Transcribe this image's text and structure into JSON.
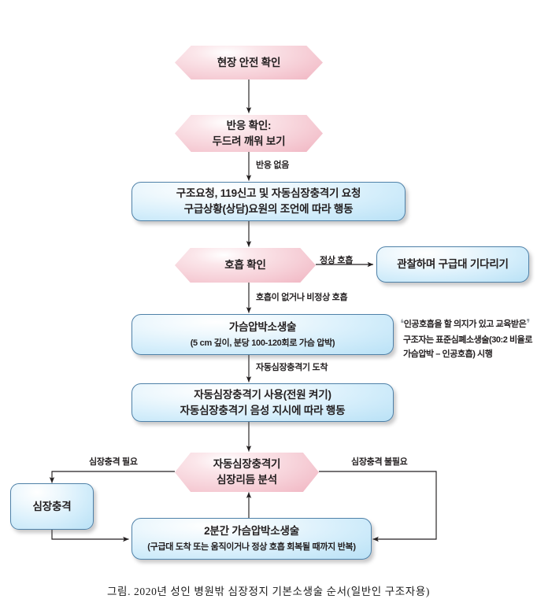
{
  "figure": {
    "caption": "그림. 2020년 성인 병원밖 심장정지 기본소생술 순서(일반인 구조자용)"
  },
  "nodes": {
    "scene_safety": {
      "label": "현장 안전 확인",
      "shape": "hexagon",
      "color": "#f3c3ce"
    },
    "check_response": {
      "label_line1": "반응 확인:",
      "label_line2": "두드려 깨워 보기",
      "shape": "hexagon",
      "color": "#f3c3ce"
    },
    "call_help": {
      "label_line1": "구조요청, 119신고 및 자동심장충격기 요청",
      "label_line2": "구급상황(상담)요원의 조언에 따라 행동",
      "shape": "rect",
      "color": "#cbe8f8"
    },
    "check_breathing": {
      "label": "호흡 확인",
      "shape": "hexagon",
      "color": "#f3c3ce"
    },
    "observe_wait": {
      "label": "관찰하며 구급대 기다리기",
      "shape": "rect",
      "color": "#cbe8f8"
    },
    "chest_compression": {
      "label_line1": "가슴압박소생술",
      "label_line2": "(5 cm 깊이, 분당 100-120회로 가슴 압박)",
      "shape": "rect",
      "color": "#cbe8f8"
    },
    "aed_use": {
      "label_line1": "자동심장충격기 사용(전원 켜기)",
      "label_line2": "자동심장충격기 음성 지시에 따라 행동",
      "shape": "rect",
      "color": "#cbe8f8"
    },
    "aed_analyze": {
      "label_line1": "자동심장충격기",
      "label_line2": "심장리듬 분석",
      "shape": "hexagon",
      "color": "#f3c3ce"
    },
    "shock": {
      "label": "심장충격",
      "shape": "rect",
      "color": "#cbe8f8"
    },
    "cpr_two_min": {
      "label_line1": "2분간 가슴압박소생술",
      "label_line2": "(구급대 도착 또는 움직이거나 정상 호흡 회복될 때까지 반복)",
      "shape": "rect",
      "color": "#cbe8f8"
    }
  },
  "edge_labels": {
    "no_response": "반응 없음",
    "normal_breathing": "정상 호흡",
    "no_or_abnormal_breathing": "호흡이 없거나 비정상 호흡",
    "aed_arrival": "자동심장충격기 도착",
    "shock_needed": "심장충격 필요",
    "shock_not_needed": "심장충격 불필요"
  },
  "annotation": {
    "open_quote": "❛",
    "close_quote": "❜",
    "line1": "인공호흡을 할 의지가 있고 교육받은",
    "line2": "구조자는 표준심폐소생술(30:2 비율로",
    "line3": "가슴압박 – 인공호흡) 시행"
  }
}
